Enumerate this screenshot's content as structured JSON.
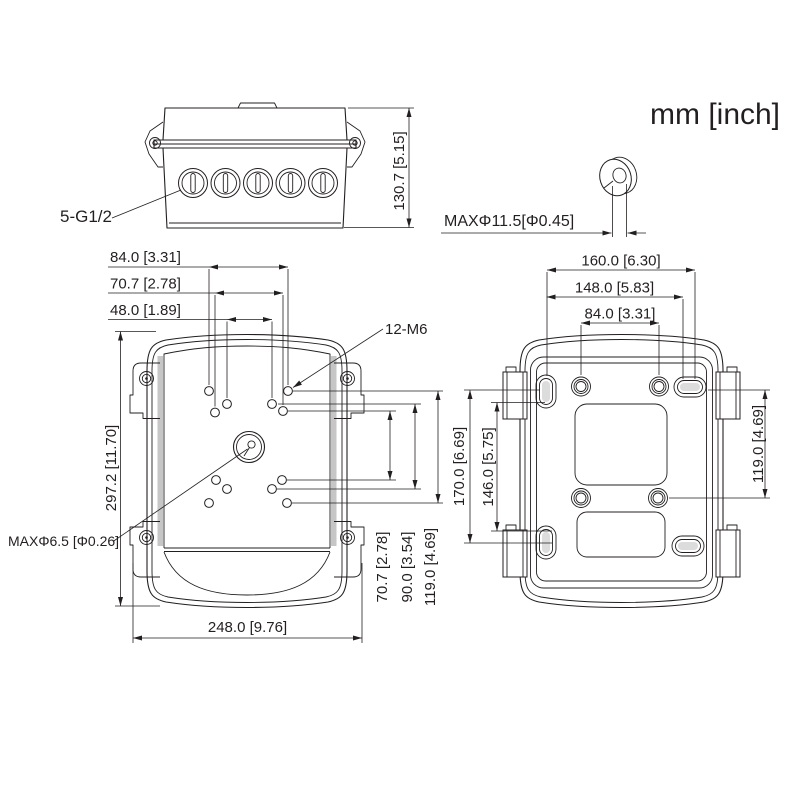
{
  "colors": {
    "line": "#231f20",
    "background": "#ffffff"
  },
  "units_label": "mm [inch]",
  "side_view": {
    "knockout_label": "5-G1/2",
    "height_dim": "130.7 [5.15]"
  },
  "grommet_detail": {
    "max_dia_label": "MAXΦ11.5[Φ0.45]"
  },
  "front_view": {
    "top_dims": [
      "84.0 [3.31]",
      "70.7 [2.78]",
      "48.0 [1.89]"
    ],
    "thread_label": "12-M6",
    "center_hole_label": "MAXΦ6.5 [Φ0.26]",
    "height_dim": "297.2 [11.70]",
    "width_dim": "248.0 [9.76]",
    "right_dims": [
      "70.7 [2.78]",
      "90.0 [3.54]",
      "119.0 [4.69]"
    ]
  },
  "back_view": {
    "top_dims": [
      "160.0 [6.30]",
      "148.0 [5.83]",
      "84.0 [3.31]"
    ],
    "left_dims": [
      "170.0 [6.69]",
      "146.0 [5.75]"
    ],
    "right_dim": "119.0 [4.69]"
  }
}
